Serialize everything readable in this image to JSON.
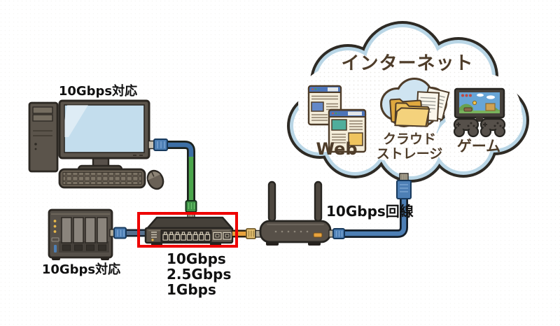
{
  "figure": {
    "cloud": {
      "title": "インターネット",
      "web_label": "Web",
      "storage_label_1": "クラウド",
      "storage_label_2": "ストレージ",
      "game_label": "ゲーム"
    },
    "labels": {
      "pc": "10Gbps対応",
      "nas": "10Gbps対応",
      "line": "10Gbps回線",
      "switch_speed_1": "10Gbps",
      "switch_speed_2": "2.5Gbps",
      "switch_speed_3": "1Gbps"
    },
    "colors": {
      "highlight": "#ee0000",
      "cable_green": "#4ca64c",
      "cable_blue": "#4d7fb5",
      "cable_orange": "#e8a33d",
      "cloud_rim": "#b9d6e6",
      "brown_text": "#4e3c29"
    }
  }
}
